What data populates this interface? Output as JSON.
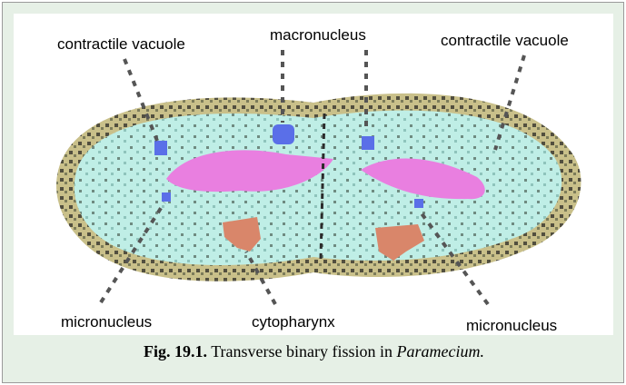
{
  "labels": {
    "contractile_vacuole_left": "contractile vacuole",
    "macronucleus": "macronucleus",
    "contractile_vacuole_right": "contractile vacuole",
    "micronucleus_left": "micronucleus",
    "cytopharynx": "cytopharynx",
    "micronucleus_right": "micronucleus"
  },
  "caption": {
    "figure": "Fig. 19.1.",
    "text": "Transverse binary fission in",
    "species": "Paramecium."
  },
  "colors": {
    "frame_background": "#e6f0e6",
    "cytoplasm": "#bfeee6",
    "pellicle": "#a89a6a",
    "macronucleus_fill": "#e97fe0",
    "vacuole_fill": "#5a6fe8",
    "cytopharynx_fill": "#d9866a"
  }
}
